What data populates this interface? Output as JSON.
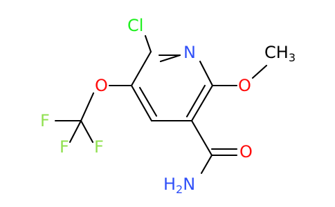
{
  "atoms": {
    "cl": "Cl",
    "n": "N",
    "o_methoxy": "O",
    "methyl": "CH",
    "methyl_sub": "3",
    "o_ether": "O",
    "f1": "F",
    "f2": "F",
    "f3": "F",
    "o_carbonyl": "O",
    "amine": "H",
    "amine_sub": "2",
    "amine_n": "N"
  },
  "colors": {
    "bond": "#000000",
    "nitrogen": "#3050F8",
    "oxygen": "#FF0D0D",
    "chlorine": "#1FF01F",
    "fluorine": "#90E050"
  }
}
